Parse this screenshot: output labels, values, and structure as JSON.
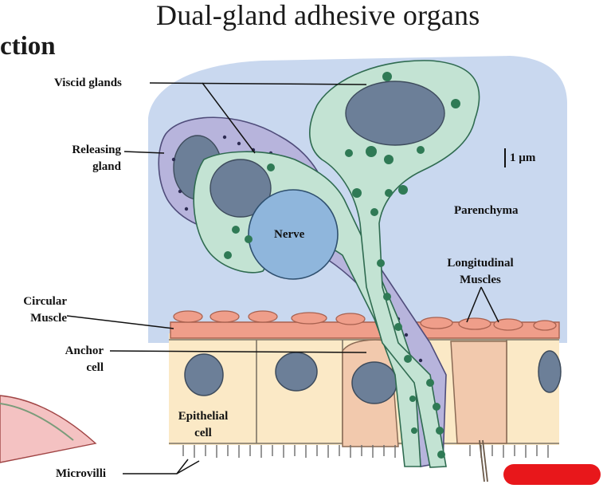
{
  "title": "Dual-gland adhesive organs",
  "partial_heading": "ction",
  "labels": {
    "viscid_glands": "Viscid glands",
    "releasing_gland_1": "Releasing",
    "releasing_gland_2": "gland",
    "scale": "1 µm",
    "parenchyma": "Parenchyma",
    "nerve": "Nerve",
    "longitudinal_1": "Longitudinal",
    "longitudinal_2": "Muscles",
    "circular_1": "Circular",
    "circular_2": "Muscle",
    "anchor_1": "Anchor",
    "anchor_2": "cell",
    "epithelial_1": "Epithelial",
    "epithelial_2": "cell",
    "microvilli": "Microvilli"
  },
  "colors": {
    "parenchyma": "#c9d8ef",
    "viscid_gland": "#c3e3d3",
    "releasing_gland": "#b7b4dc",
    "nerve": "#8fb6dc",
    "nucleus": "#6c7f98",
    "granule": "#2f7a55",
    "epithelium": "#fbe9c6",
    "anchor_cell": "#f2c9ad",
    "muscle": "#ef9e8a",
    "redaction": "#e8171b"
  }
}
